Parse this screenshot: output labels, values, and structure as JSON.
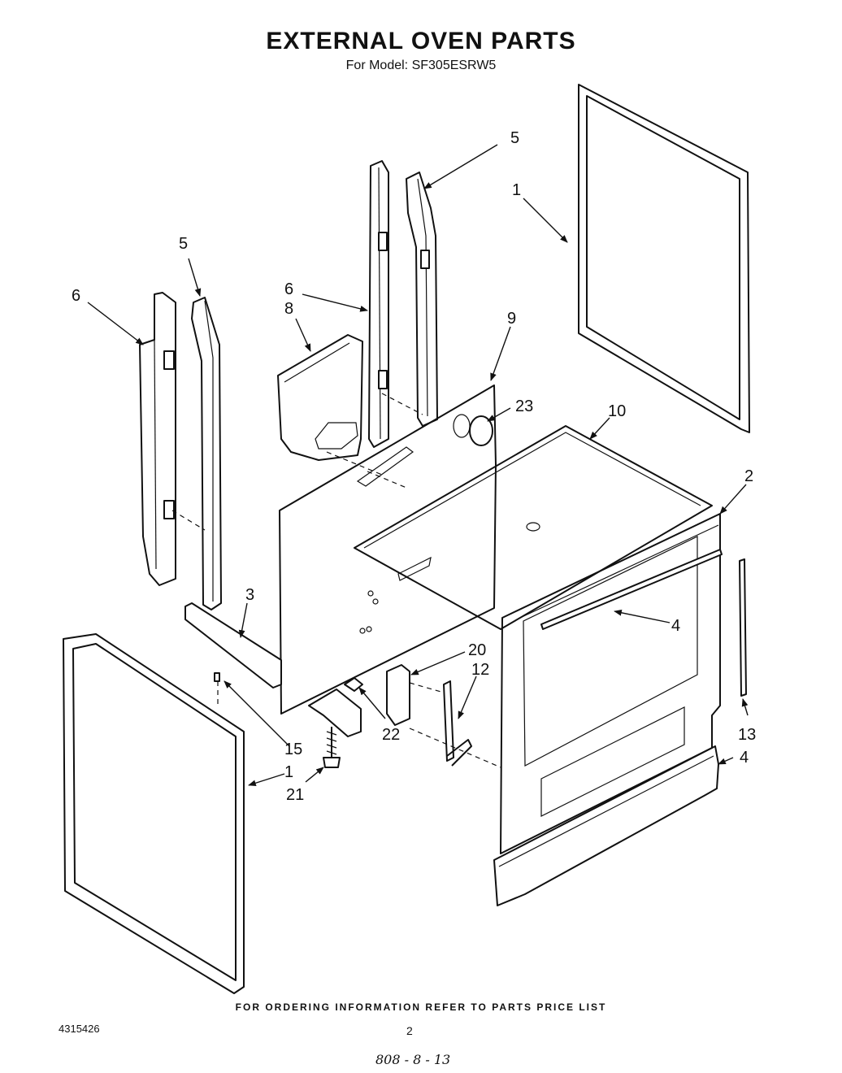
{
  "header": {
    "title": "EXTERNAL OVEN PARTS",
    "model": "For Model: SF305ESRW5"
  },
  "callouts": [
    "1",
    "1",
    "2",
    "3",
    "4",
    "4",
    "5",
    "5",
    "6",
    "6",
    "8",
    "9",
    "10",
    "12",
    "13",
    "15",
    "20",
    "21",
    "22",
    "23"
  ],
  "footer": {
    "ordering_note": "FOR ORDERING INFORMATION REFER TO PARTS PRICE LIST",
    "doc_number": "4315426",
    "page_number": "2",
    "handwritten_note": "808 - 8 - 13"
  }
}
